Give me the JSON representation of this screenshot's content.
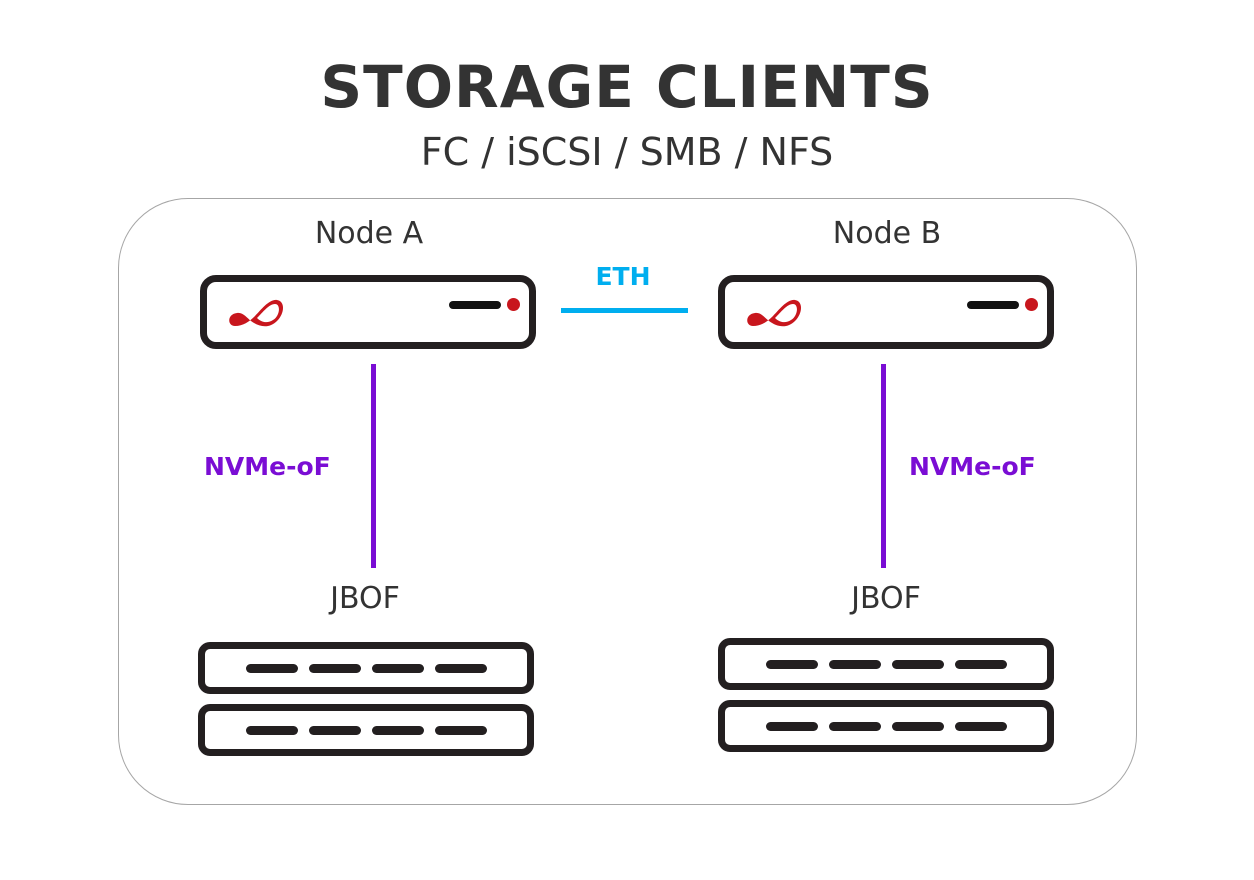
{
  "header": {
    "title": "STORAGE CLIENTS",
    "subtitle": "FC / iSCSI / SMB / NFS"
  },
  "nodes": [
    {
      "label": "Node A",
      "icon": "server-icon",
      "logo": "infinity-logo-icon"
    },
    {
      "label": "Node B",
      "icon": "server-icon",
      "logo": "infinity-logo-icon"
    }
  ],
  "interconnect": {
    "label": "ETH",
    "color": "#00aeef"
  },
  "backend_links": [
    {
      "label": "NVMe-oF",
      "color": "#7a0dd4"
    },
    {
      "label": "NVMe-oF",
      "color": "#7a0dd4"
    }
  ],
  "jbofs": [
    {
      "label": "JBOF",
      "shelves": 2,
      "slots_per_shelf": 4
    },
    {
      "label": "JBOF",
      "shelves": 2,
      "slots_per_shelf": 4
    }
  ],
  "colors": {
    "text": "#333333",
    "outline": "#231f20",
    "accent_red": "#c8161d",
    "frame_border": "#a6a6a6"
  }
}
